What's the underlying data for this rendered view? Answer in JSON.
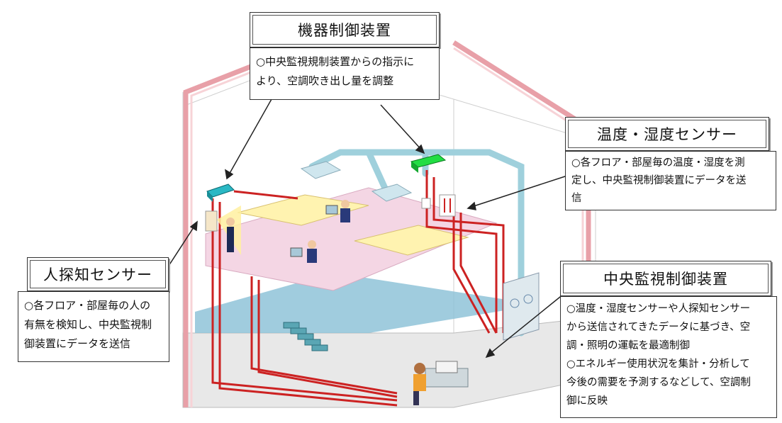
{
  "callouts": {
    "equipment_control": {
      "title": "機器制御装置",
      "lines": [
        "○中央監視規制装置からの指示に",
        "より、空調吹き出し量を調整"
      ]
    },
    "temp_humidity_sensor": {
      "title": "温度・湿度センサー",
      "lines": [
        "○各フロア・部屋毎の温度・湿度を測",
        "定し、中央監視制御装置にデータを送",
        "信"
      ]
    },
    "human_sensor": {
      "title": "人探知センサー",
      "lines": [
        "○各フロア・部屋毎の人の",
        "有無を検知し、中央監視制",
        "御装置にデータを送信"
      ]
    },
    "central_control": {
      "title": "中央監視制御装置",
      "lines": [
        "○温度・湿度センサーや人探知センサー",
        "から送信されてきたデータに基づき、空",
        "調・照明の運転を最適制御",
        "○エネルギー使用状況を集計・分析して",
        "今後の需要を予測するなどして、空調制",
        "御に反映"
      ]
    }
  },
  "colors": {
    "building_frame": "#e8a0a8",
    "duct": "#9fd0dc",
    "wiring": "#cc2222",
    "floor_pink": "#f4d6e4",
    "floor_blue": "#8fc3d8",
    "ceiling_panel": "#fff3b0",
    "controller_cyan": "#2ab8c4",
    "controller_green": "#22dd44",
    "pointer_line": "#222222"
  }
}
